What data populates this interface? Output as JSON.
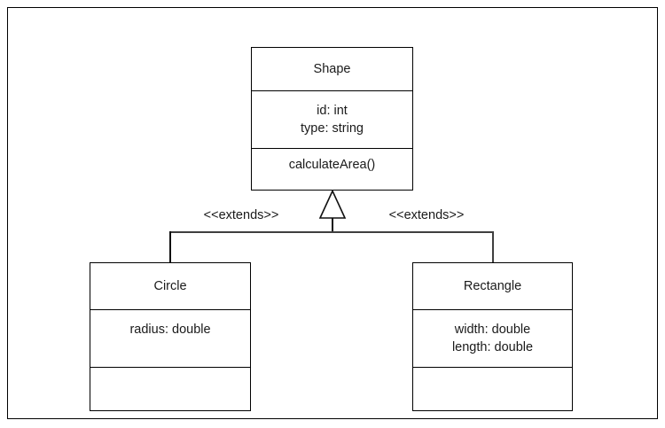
{
  "diagram": {
    "type": "uml-class-diagram",
    "title": "",
    "classes": [
      {
        "id": "shape",
        "name": "Shape",
        "attributes": [
          "id: int",
          "type: string"
        ],
        "operations": [
          "calculateArea()"
        ]
      },
      {
        "id": "circle",
        "name": "Circle",
        "attributes": [
          "radius: double"
        ],
        "operations": []
      },
      {
        "id": "rectangle",
        "name": "Rectangle",
        "attributes": [
          "width: double",
          "length: double"
        ],
        "operations": []
      }
    ],
    "relationships": [
      {
        "id": "circle-extends-shape",
        "kind": "generalization",
        "label": "<<extends>>",
        "from": "Circle",
        "to": "Shape",
        "arrowhead": "hollow-triangle"
      },
      {
        "id": "rectangle-extends-shape",
        "kind": "generalization",
        "label": "<<extends>>",
        "from": "Rectangle",
        "to": "Shape",
        "arrowhead": "hollow-triangle"
      }
    ],
    "colors": {
      "stroke": "#000000",
      "connector": "#3f3f3f",
      "text": "#1a1a1a",
      "background": "#ffffff"
    }
  }
}
